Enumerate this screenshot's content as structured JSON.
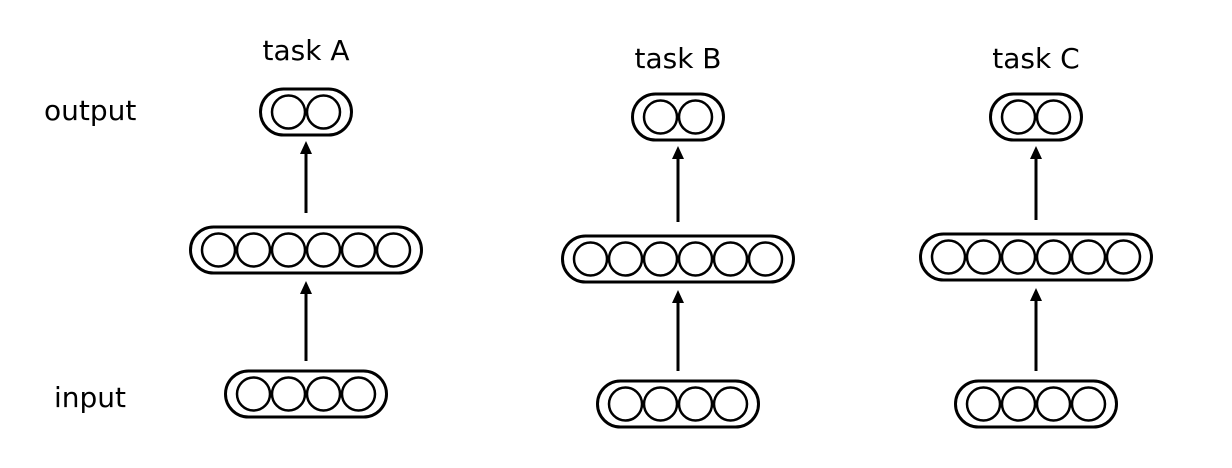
{
  "labels": {
    "output": "output",
    "input": "input"
  },
  "tasks": [
    {
      "name": "task A",
      "layers": [
        {
          "role": "output",
          "units": 2
        },
        {
          "role": "hidden",
          "units": 6
        },
        {
          "role": "input",
          "units": 4
        }
      ]
    },
    {
      "name": "task B",
      "layers": [
        {
          "role": "output",
          "units": 2
        },
        {
          "role": "hidden",
          "units": 6
        },
        {
          "role": "input",
          "units": 4
        }
      ]
    },
    {
      "name": "task C",
      "layers": [
        {
          "role": "output",
          "units": 2
        },
        {
          "role": "hidden",
          "units": 6
        },
        {
          "role": "input",
          "units": 4
        }
      ]
    }
  ],
  "colors": {
    "stroke": "#000000",
    "background": "#ffffff"
  }
}
